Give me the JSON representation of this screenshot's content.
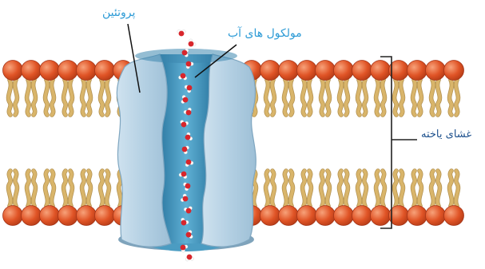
{
  "labels": {
    "protein": "پروتئین",
    "water_molecules": "مولکول های آب",
    "cell_membrane": "غشای یاخته"
  },
  "colors": {
    "label_text": "#2d9bd6",
    "membrane_label": "#1b4f8c",
    "phospholipid_head": "#e35a2b",
    "phospholipid_tail": "#d9b56a",
    "protein": "#b8d3e6",
    "protein_edge": "#7fa6c0",
    "channel": "#4b9cc2",
    "water_oxygen": "#d8262c",
    "water_hydrogen": "#ffffff",
    "bracket": "#222222"
  },
  "icons": [
    "phospholipid-bilayer",
    "channel-protein",
    "water-molecule"
  ]
}
